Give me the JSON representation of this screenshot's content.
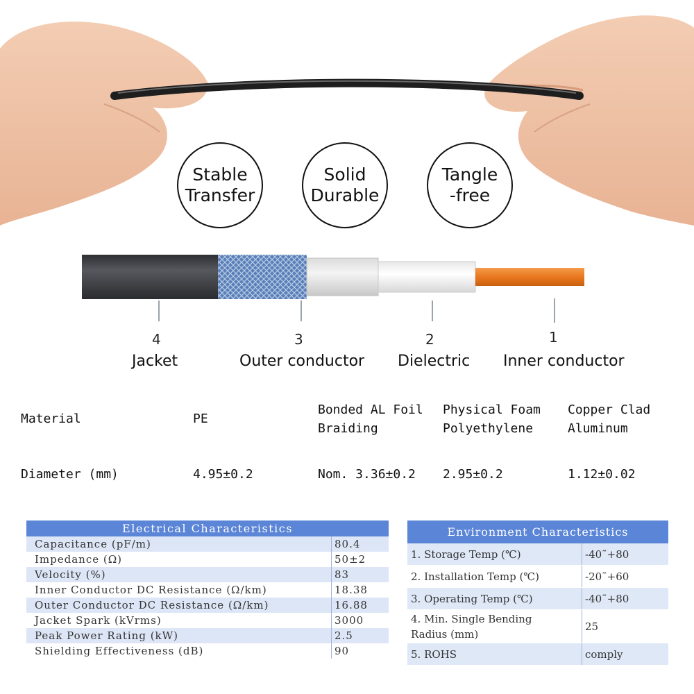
{
  "badges": [
    {
      "line1": "Stable",
      "line2": "Transfer"
    },
    {
      "line1": "Solid",
      "line2": "Durable"
    },
    {
      "line1": "Tangle",
      "line2": "-free"
    }
  ],
  "layers": [
    {
      "number": "4",
      "label": "Jacket"
    },
    {
      "number": "3",
      "label": "Outer conductor"
    },
    {
      "number": "2",
      "label": "Dielectric"
    },
    {
      "number": "1",
      "label": "Inner conductor"
    }
  ],
  "spec": {
    "material_label": "Material",
    "diameter_label": "Diameter (mm)",
    "columns": [
      {
        "material": "PE",
        "diameter": "4.95±0.2"
      },
      {
        "material": "Bonded AL Foil\nBraiding",
        "diameter": "Nom. 3.36±0.2"
      },
      {
        "material": "Physical Foam\nPolyethylene",
        "diameter": "2.95±0.2"
      },
      {
        "material": "Copper Clad\nAluminum",
        "diameter": "1.12±0.02"
      }
    ]
  },
  "electrical": {
    "title": "Electrical Characteristics",
    "rows": [
      {
        "name": "Capacitance (pF/m)",
        "value": "80.4"
      },
      {
        "name": "Impedance (Ω)",
        "value": "50±2"
      },
      {
        "name": "Velocity (%)",
        "value": "83"
      },
      {
        "name": "Inner Conductor DC Resistance (Ω/km)",
        "value": "18.38"
      },
      {
        "name": "Outer Conductor DC Resistance (Ω/km)",
        "value": "16.88"
      },
      {
        "name": "Jacket Spark (kVrms)",
        "value": "3000"
      },
      {
        "name": "Peak Power Rating (kW)",
        "value": "2.5"
      },
      {
        "name": "Shielding Effectiveness (dB)",
        "value": "90"
      }
    ]
  },
  "environment": {
    "title": "Environment Characteristics",
    "rows": [
      {
        "name": "1. Storage Temp (℃)",
        "value": "-40˜+80"
      },
      {
        "name": "2. Installation Temp (℃)",
        "value": "-20˜+60"
      },
      {
        "name": "3. Operating Temp (℃)",
        "value": "-40˜+80"
      },
      {
        "name": "4. Min. Single Bending\nRadius (mm)",
        "value": "25"
      },
      {
        "name": "5. ROHS",
        "value": "comply"
      }
    ]
  },
  "colors": {
    "table_header": "#5b85d6",
    "jacket": "#3f4145",
    "braid": "#5a7fb8",
    "inner_conductor": "#e9781f"
  }
}
